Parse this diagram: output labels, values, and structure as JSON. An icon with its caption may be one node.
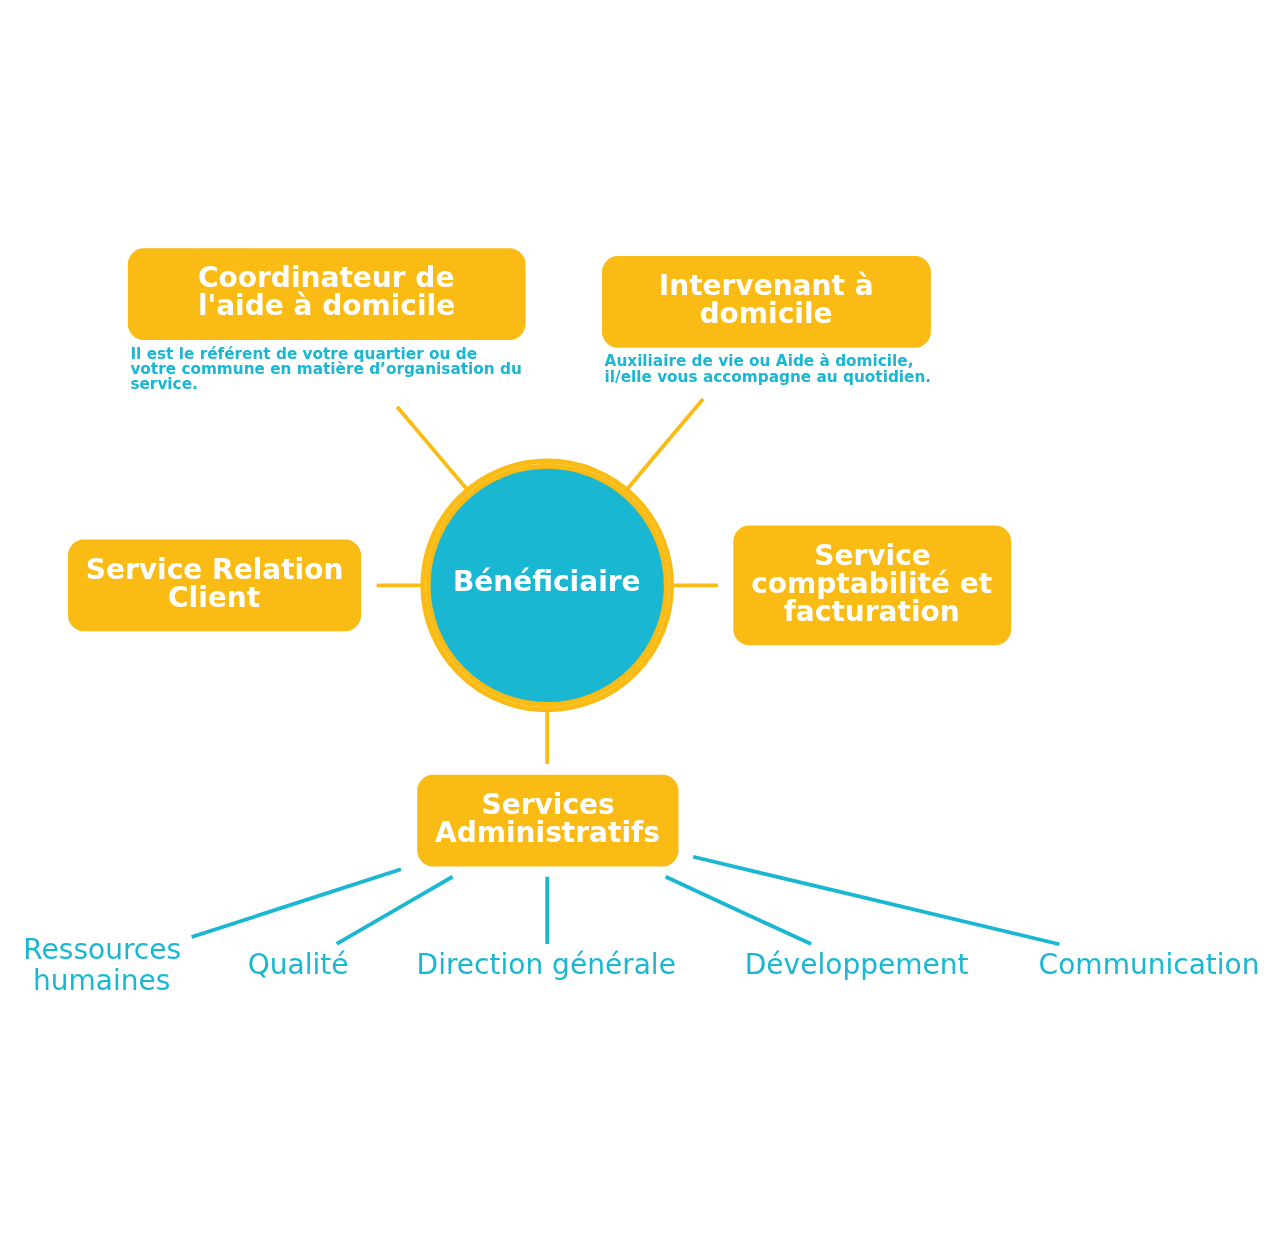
{
  "diagram": {
    "nodes": [
      {
        "text": [
          "Coordinateur de l'aide à domicile"
        ],
        "beside": [
          "Il est le référent de votre quartier ou de votre commune en matière d’organisation du service."
        ]
      },
      {
        "text": [
          "Intervenant à domicile"
        ],
        "beside": [
          "Auxiliaire de vie ou Aide à domicile, il/elle vous accompagne au quotidien."
        ]
      },
      {
        "text": [
          "Service Relation Client"
        ]
      },
      {
        "text": [
          "Bénéficiaire"
        ]
      },
      {
        "text": [
          "Service comptabilité et facturation"
        ]
      },
      {
        "text": [
          "Services Administratifs"
        ]
      },
      {
        "text": [
          "Ressources humaines"
        ]
      },
      {
        "text": [
          "Qualité"
        ]
      },
      {
        "text": [
          "Direction générale"
        ]
      },
      {
        "text": [
          "Développement"
        ]
      },
      {
        "text": [
          "Communication"
        ]
      }
    ],
    "edges": [
      {
        "from": 0,
        "to": 3,
        "arrow": "none"
      },
      {
        "from": 1,
        "to": 3,
        "arrow": "none"
      },
      {
        "from": 2,
        "to": 3,
        "arrow": "none"
      },
      {
        "from": 3,
        "to": 4,
        "arrow": "none"
      },
      {
        "from": 3,
        "to": 5,
        "arrow": "none"
      },
      {
        "from": 5,
        "to": 6,
        "arrow": "none",
        "color": "#1ab7d3"
      },
      {
        "from": 5,
        "to": 7,
        "arrow": "none",
        "color": "#1ab7d3"
      },
      {
        "from": 5,
        "to": 8,
        "arrow": "none",
        "color": "#1ab7d3"
      },
      {
        "from": 5,
        "to": 9,
        "arrow": "none",
        "color": "#1ab7d3"
      },
      {
        "from": 5,
        "to": 10,
        "arrow": "none",
        "color": "#1ab7d3"
      }
    ]
  }
}
